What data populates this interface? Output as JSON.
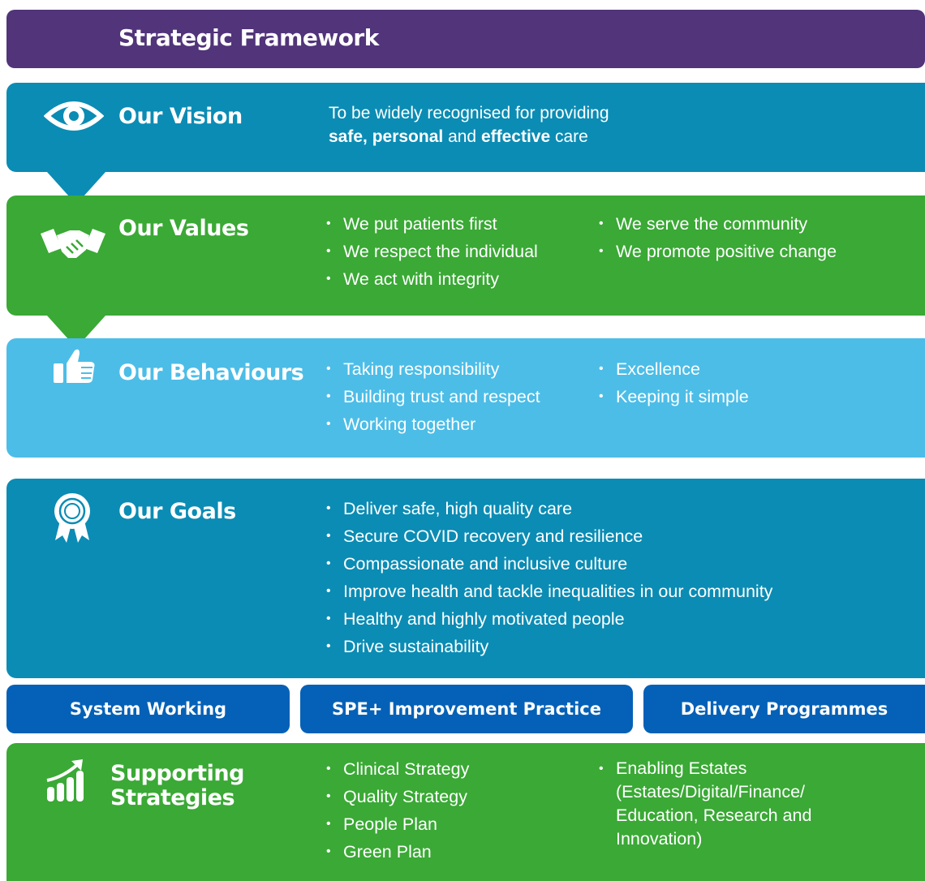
{
  "title": "Strategic Framework",
  "colors": {
    "title_band": "#51347a",
    "dark_blue": "#0b8cb4",
    "green": "#3aa935",
    "light_blue": "#4cbde7",
    "bar_blue": "#0561b7"
  },
  "vision": {
    "icon": "eye-icon",
    "heading": "Our Vision",
    "line1": "To be widely recognised for providing",
    "line2": {
      "w1": "safe, personal",
      "t1": " and ",
      "w2": "effective",
      "t2": " care"
    }
  },
  "values": {
    "icon": "handshake-icon",
    "heading": "Our Values",
    "col1": [
      "We put patients first",
      "We respect the individual",
      "We act with integrity"
    ],
    "col2": [
      "We serve the community",
      "We promote positive change"
    ]
  },
  "behaviours": {
    "icon": "thumbs-up-icon",
    "heading": "Our Behaviours",
    "col1": [
      "Taking responsibility",
      "Building trust and respect",
      "Working together"
    ],
    "col2": [
      "Excellence",
      "Keeping it simple"
    ]
  },
  "goals": {
    "icon": "award-rosette-icon",
    "heading": "Our Goals",
    "items": [
      "Deliver safe, high quality care",
      "Secure COVID recovery and resilience",
      "Compassionate and inclusive culture",
      "Improve health and tackle inequalities in our community",
      "Healthy and highly motivated people",
      "Drive sustainability"
    ]
  },
  "bars": [
    "System Working",
    "SPE+ Improvement Practice",
    "Delivery Programmes"
  ],
  "supporting": {
    "icon": "growth-chart-icon",
    "heading_line1": "Supporting",
    "heading_line2": "Strategies",
    "col1": [
      "Clinical Strategy",
      "Quality Strategy",
      "People Plan",
      "Green Plan"
    ],
    "col2_bullet": "Enabling Estates",
    "col2_cont": [
      "(Estates/Digital/Finance/",
      "Education, Research and",
      "Innovation)"
    ]
  }
}
